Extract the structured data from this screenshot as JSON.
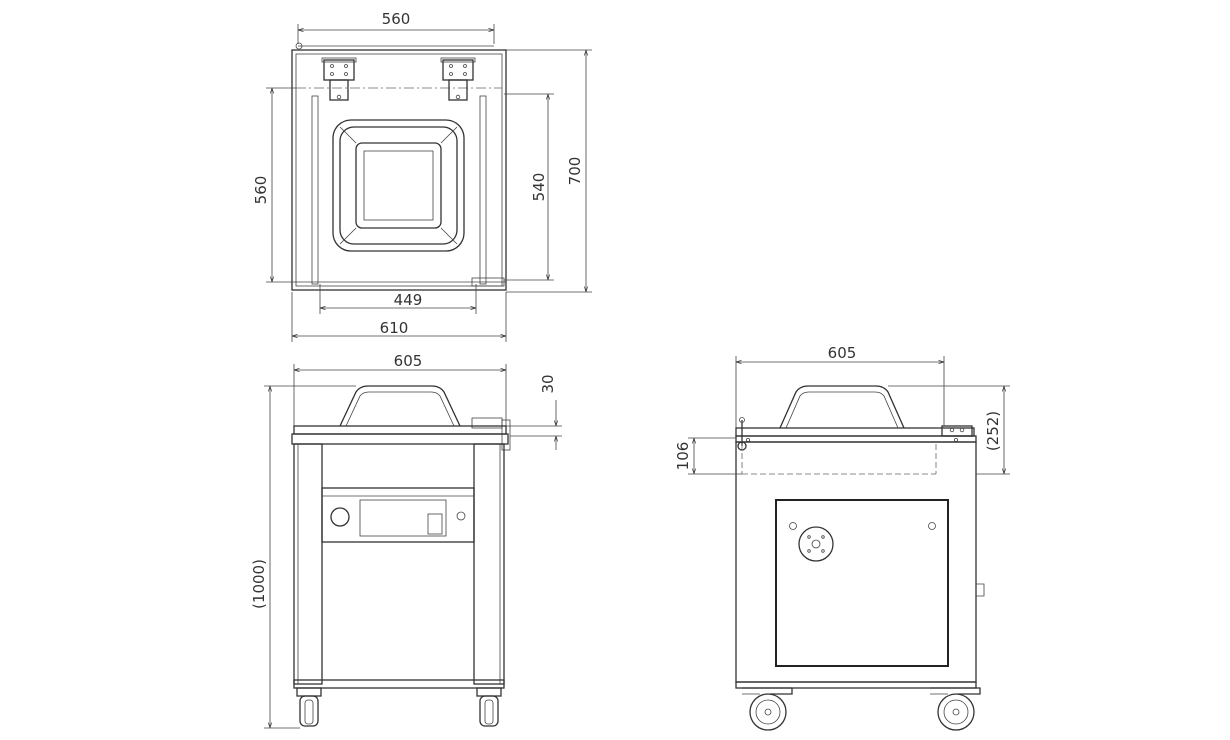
{
  "views": {
    "top": {
      "dim_width_top": "560",
      "dim_height_left": "560",
      "dim_inner_right": "540",
      "dim_total_right": "700",
      "dim_inner_bottom": "449",
      "dim_total_bottom": "610"
    },
    "front": {
      "dim_width": "605",
      "dim_lid": "30",
      "dim_height": "(1000)"
    },
    "side": {
      "dim_width": "605",
      "dim_chamber": "106",
      "dim_lid_open": "(252)"
    }
  }
}
